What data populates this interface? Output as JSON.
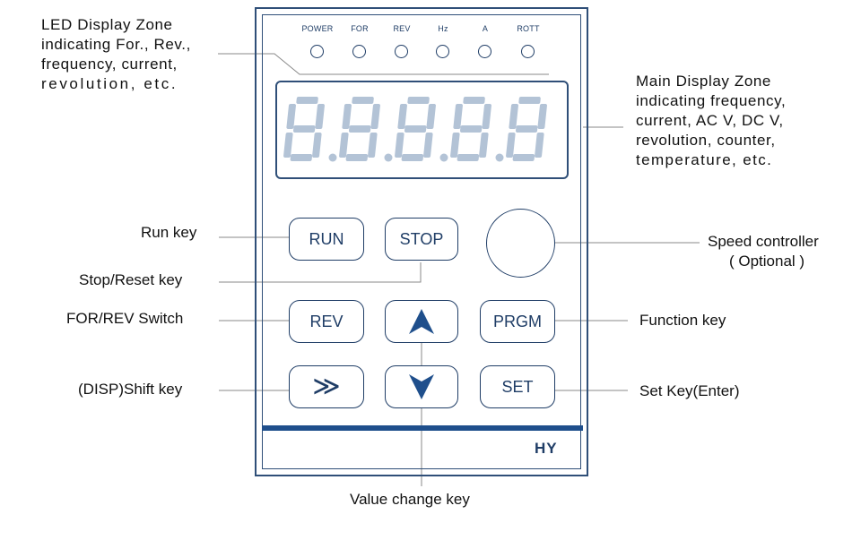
{
  "indicators": [
    {
      "label": "POWER"
    },
    {
      "label": "FOR"
    },
    {
      "label": "REV"
    },
    {
      "label": "Hz"
    },
    {
      "label": "A"
    },
    {
      "label": "ROTT"
    }
  ],
  "main_display": {
    "digits": [
      "8.",
      "8.",
      "8.",
      "8.",
      "8"
    ]
  },
  "keys": {
    "run": "RUN",
    "stop": "STOP",
    "rev": "REV",
    "prgm": "PRGM",
    "set": "SET",
    "shift_glyph": "≫"
  },
  "brand": "HY",
  "callouts": {
    "led_zone": [
      "LED Display Zone",
      "indicating For., Rev.,",
      "frequency, current,",
      "revolution, etc."
    ],
    "main_zone": [
      "Main Display Zone",
      "indicating frequency,",
      "current, AC V, DC V,",
      "revolution, counter,",
      "temperature, etc."
    ],
    "run_key": "Run key",
    "stop_key": "Stop/Reset  key",
    "for_rev": "FOR/REV Switch",
    "shift_key": "(DISP)Shift key",
    "speed": [
      "Speed controller",
      "( Optional )"
    ],
    "function_key": "Function key",
    "set_key": "Set Key(Enter)",
    "value_key": "Value change key"
  },
  "colors": {
    "line": "#1f3d66",
    "segment": "#b3c3d6",
    "bar": "#1f4f8c"
  }
}
